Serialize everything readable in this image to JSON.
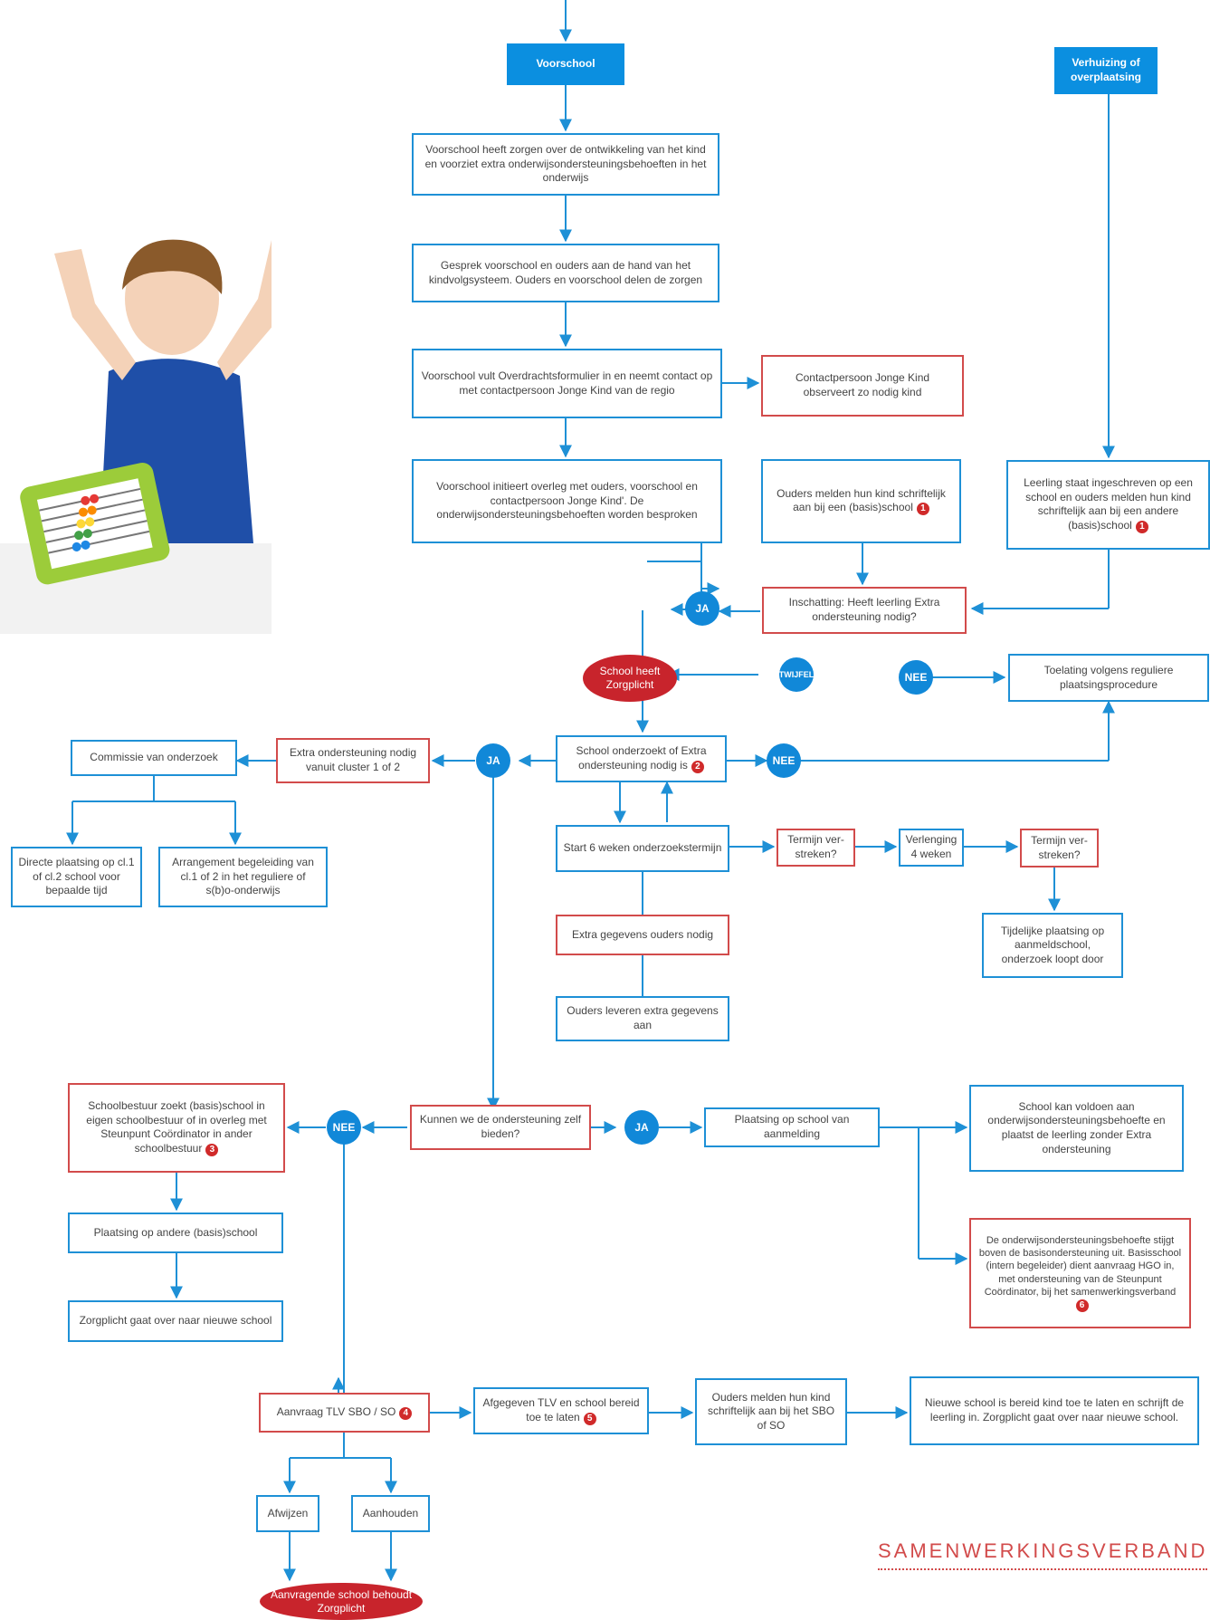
{
  "nodes": {
    "voorschool": "Voorschool",
    "verhuizing": "Verhuizing of overplaatsing",
    "n1": "Voorschool heeft zorgen over de ontwikkeling van het kind en voorziet extra onderwijsondersteuningsbehoeften in het onderwijs",
    "n2": "Gesprek voorschool en ouders aan de hand van het kindvolgsysteem. Ouders en voorschool delen de zorgen",
    "n3": "Voorschool vult Overdrachtsformulier in en neemt contact op met contactpersoon Jonge Kind van de regio",
    "n3b": "Contactpersoon Jonge Kind observeert zo nodig kind",
    "n4": "Voorschool initieert overleg met ouders, voorschool en contactpersoon Jonge Kind'. De onderwijsondersteuningsbehoeften worden besproken",
    "n5": "Ouders melden hun kind schriftelijk aan bij een (basis)school",
    "n6": "Leerling staat ingeschreven op een school en ouders melden hun kind schriftelijk aan bij een andere (basis)school",
    "insch": "Inschatting: Heeft leerling Extra ondersteuning nodig?",
    "zorgplicht": "School heeft Zorgplicht",
    "toelating": "Toelating volgens reguliere plaatsingsprocedure",
    "onderzoekt": "School onderzoekt of Extra ondersteuning nodig is",
    "cluster": "Extra ondersteuning nodig vanuit cluster 1 of 2",
    "commissie": "Commissie van onderzoek",
    "directe": "Directe plaatsing op cl.1 of cl.2 school voor bepaalde tijd",
    "arrangement": "Arrangement begeleiding van cl.1 of 2 in het reguliere of s(b)o-onderwijs",
    "start6": "Start 6 weken onderzoekstermijn",
    "termijn1": "Termijn ver-streken?",
    "verlenging": "Verlenging 4 weken",
    "termijn2": "Termijn ver-streken?",
    "tijdelijke": "Tijdelijke plaatsing op aanmeldschool, onderzoek loopt door",
    "extragegevens": "Extra gegevens ouders nodig",
    "leveren": "Ouders leveren extra gegevens aan",
    "kunnen": "Kunnen we de ondersteuning zelf bieden?",
    "bestuur": "Schoolbestuur zoekt (basis)school in eigen schoolbestuur of in overleg met Steunpunt Coördinator in ander schoolbestuur",
    "plaatsing_aanmelding": "Plaatsing op school van aanmelding",
    "kan_voldoen": "School kan voldoen aan onderwijsondersteuningsbehoefte en plaatst de leerling zonder Extra ondersteuning",
    "stijgt": "De onderwijsondersteuningsbehoefte stijgt boven de basisondersteuning uit. Basisschool (intern begeleider) dient aanvraag HGO in, met ondersteuning van de Steunpunt Coördinator, bij het samenwerkingsverband",
    "plaatsing_andere": "Plaatsing op andere (basis)school",
    "zorgplicht_over": "Zorgplicht gaat over naar nieuwe school",
    "aanvraag_tlv": "Aanvraag TLV SBO / SO",
    "afgegeven": "Afgegeven TLV en school bereid toe te laten",
    "ouders_sbo": "Ouders melden hun kind schriftelijk aan bij het SBO of SO",
    "nieuwe_school": "Nieuwe school is bereid kind toe te laten en schrijft de leerling in. Zorgplicht gaat over naar nieuwe school.",
    "afwijzen": "Afwijzen",
    "aanhouden": "Aanhouden",
    "aanvragende": "Aanvragende school behoudt Zorgplicht"
  },
  "circles": {
    "ja": "JA",
    "nee": "NEE",
    "twijfel": "TWIJFEL"
  },
  "footnotes": {
    "n5": "1",
    "n6": "1",
    "onderzoekt": "2",
    "bestuur": "3",
    "aanvraag_tlv": "4",
    "afgegeven": "5",
    "stijgt": "6"
  },
  "brand": "SAMENWERKINGSVERBAND",
  "colors": {
    "blue": "#1e90d6",
    "red": "#d24b4b",
    "oval": "#c8242c"
  }
}
